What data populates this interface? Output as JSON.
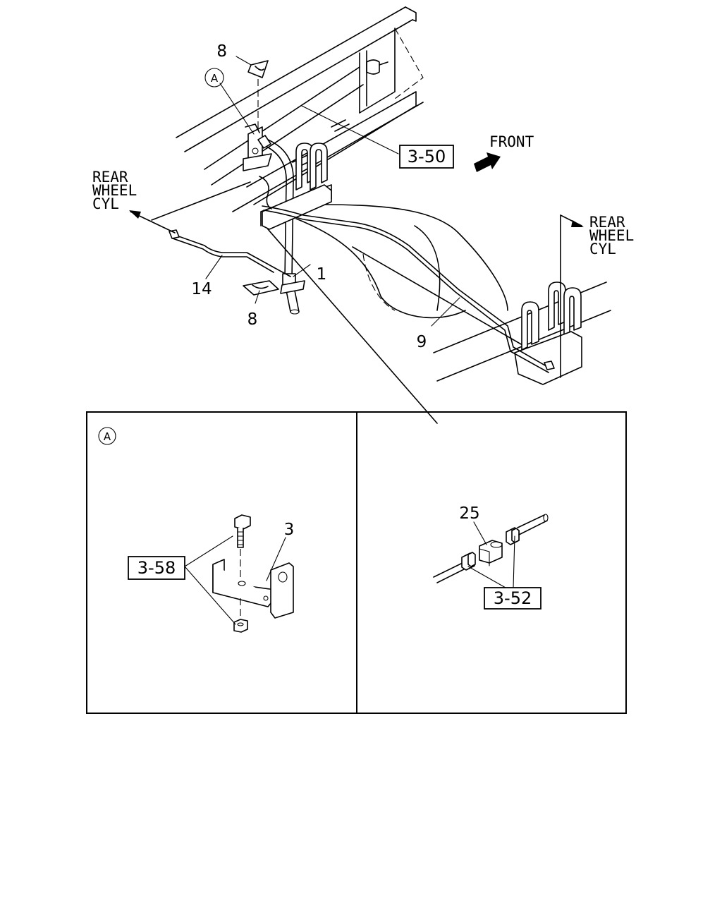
{
  "callouts": {
    "part_8_top": "8",
    "part_8_bottom": "8",
    "part_1": "1",
    "part_14": "14",
    "part_9": "9",
    "part_3": "3",
    "part_25": "25"
  },
  "references": {
    "ref_3_50": "3-50",
    "ref_3_58": "3-58",
    "ref_3_52": "3-52"
  },
  "detail_marker": "A",
  "direction_labels": {
    "front": "FRONT",
    "left_wheel": [
      "REAR",
      "WHEEL",
      "CYL"
    ],
    "right_wheel": [
      "REAR",
      "WHEEL",
      "CYL"
    ]
  }
}
